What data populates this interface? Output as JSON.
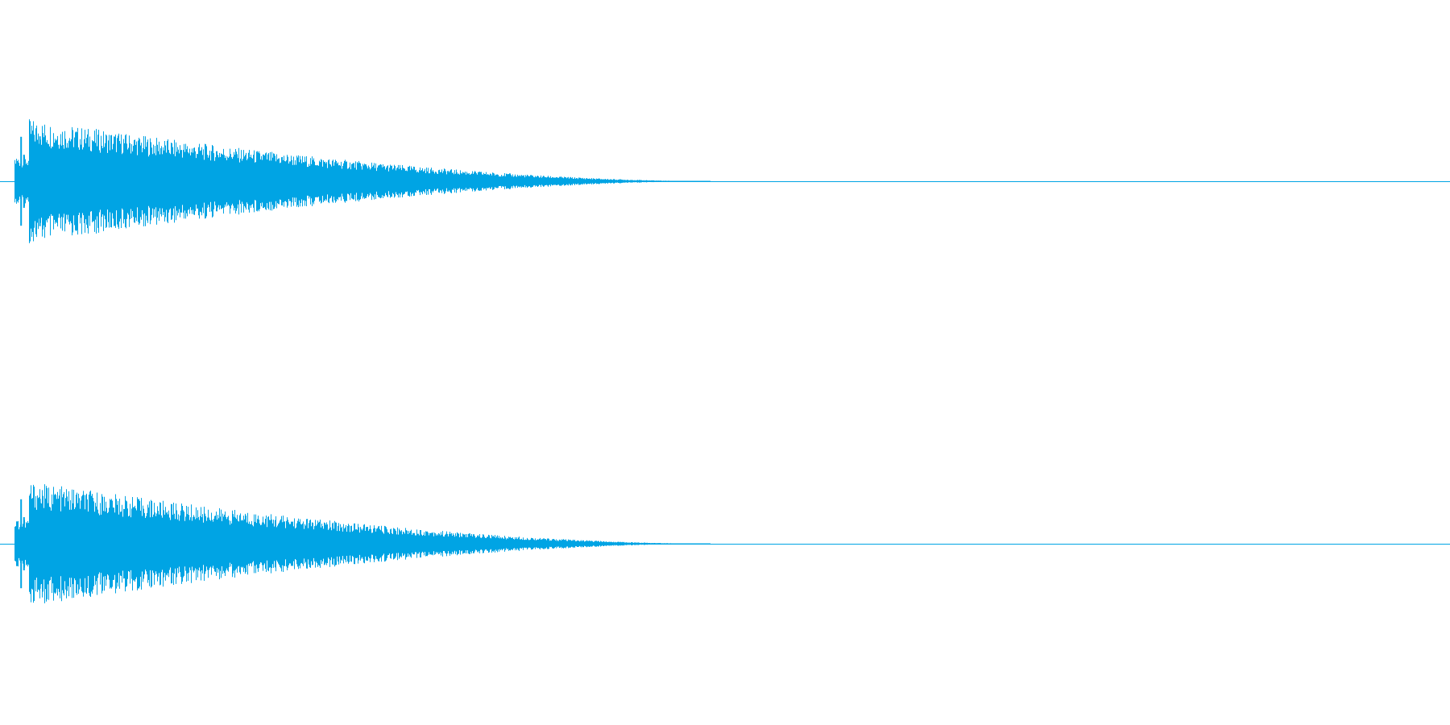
{
  "waveform": {
    "color": "#00a4e4",
    "background": "#ffffff",
    "channels": [
      {
        "id": "left"
      },
      {
        "id": "right"
      }
    ],
    "envelope_note_free": true,
    "bursts": [
      {
        "t": 0.0,
        "amp": 0.06
      },
      {
        "t": 0.004,
        "amp": 0.92
      },
      {
        "t": 0.006,
        "amp": 0.55
      },
      {
        "t": 0.017,
        "amp": 0.93
      }
    ],
    "decay": {
      "start_t": 0.02,
      "start_amp": 0.62,
      "end_t": 0.49,
      "end_amp": 0.01
    }
  }
}
